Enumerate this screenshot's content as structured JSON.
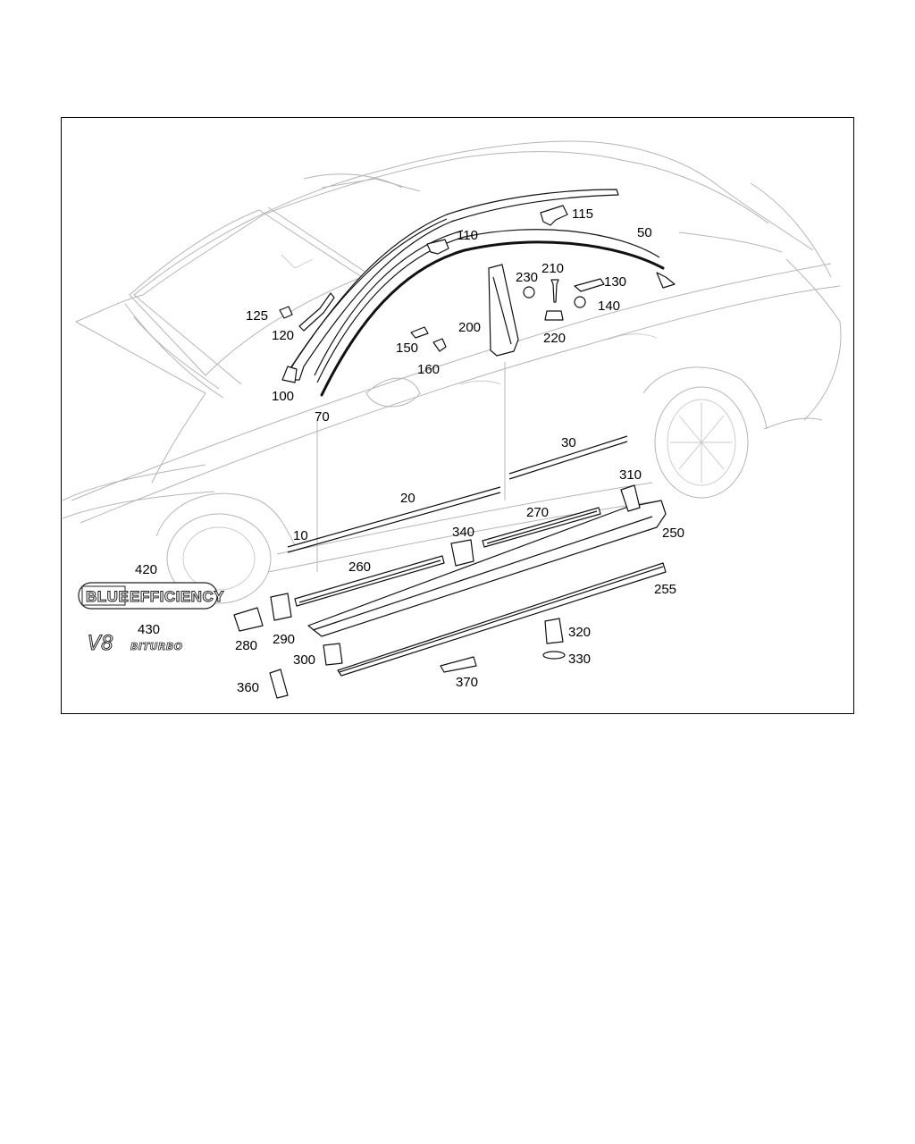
{
  "diagram": {
    "callouts": {
      "c115": "115",
      "c110": "110",
      "c50": "50",
      "c210": "210",
      "c230": "230",
      "c130": "130",
      "c140": "140",
      "c125": "125",
      "c120": "120",
      "c200": "200",
      "c220": "220",
      "c150": "150",
      "c160": "160",
      "c100": "100",
      "c70": "70",
      "c30": "30",
      "c310": "310",
      "c20": "20",
      "c270": "270",
      "c340": "340",
      "c250": "250",
      "c10": "10",
      "c260": "260",
      "c420": "420",
      "c255": "255",
      "c430": "430",
      "c290": "290",
      "c280": "280",
      "c320": "320",
      "c300": "300",
      "c330": "330",
      "c370": "370",
      "c360": "360"
    },
    "badges": {
      "blue": "BLUE",
      "efficiency": "EFFICIENCY",
      "v8": "V8",
      "biturbo": "BITURBO"
    }
  }
}
